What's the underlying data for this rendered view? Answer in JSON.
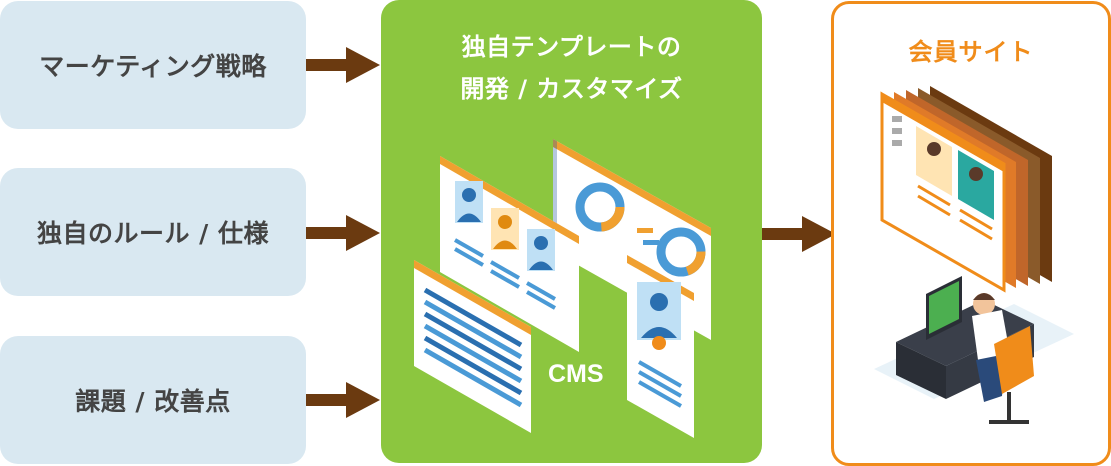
{
  "inputs": [
    {
      "label": "マーケティング戦略"
    },
    {
      "label": "独自のルール / 仕様"
    },
    {
      "label": "課題 / 改善点"
    }
  ],
  "cms_panel": {
    "title_line1": "独自テンプレートの",
    "title_line2": "開発 / カスタマイズ",
    "label": "CMS"
  },
  "member_panel": {
    "title": "会員サイト"
  },
  "colors": {
    "input_bg": "#d9e8f1",
    "arrow": "#6b3a10",
    "cms_green": "#8cc63f",
    "member_orange": "#f08c1a"
  }
}
